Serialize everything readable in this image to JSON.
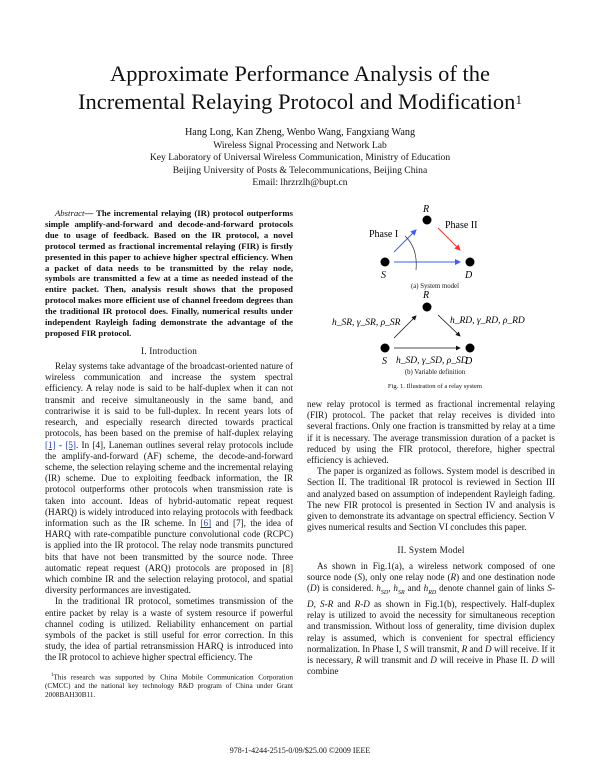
{
  "title": {
    "line1": "Approximate Performance Analysis of the",
    "line2": "Incremental Relaying Protocol and Modification",
    "footnote_mark": "1"
  },
  "authors": {
    "names": "Hang Long, Kan Zheng, Wenbo Wang, Fangxiang Wang",
    "lab": "Wireless Signal Processing and Network Lab",
    "key_lab": "Key Laboratory of Universal Wireless Communication, Ministry of Education",
    "university": "Beijing University of Posts & Telecommunications, Beijing China",
    "email": "Email: lhrzrzlh@bupt.cn"
  },
  "abstract": {
    "label": "Abstract",
    "text": "— The incremental relaying (IR) protocol outperforms simple amplify-and-forward and decode-and-forward protocols due to usage of feedback. Based on the IR protocol, a novel protocol termed as fractional incremental relaying (FIR) is firstly presented in this paper to achieve higher spectral efficiency. When a packet of data needs to be transmitted by the relay node, symbols are transmitted a few at a time as needed instead of the entire packet. Then, analysis result shows that the proposed protocol makes more efficient use of channel freedom degrees than the traditional IR protocol does. Finally, numerical results under independent Rayleigh fading demonstrate the advantage of the proposed FIR protocol."
  },
  "intro": {
    "num": "I.",
    "heading": "Introduction",
    "p1a": "Relay systems take advantage of the broadcast-oriented nature of wireless communication and increase the system spectral efficiency. A relay node is said to be half-duplex when it can not transmit and receive simultaneously in the same band, and contrariwise it is said to be full-duplex. In recent years lots of research, and especially research directed towards practical protocols, has been based on the premise of half-duplex relaying ",
    "ref1": "[1]",
    "dash": " - ",
    "ref5": "[5]",
    "p1b": ". In [4], Laneman outlines several relay protocols include the amplify-and-forward (AF) scheme, the decode-and-forward scheme, the selection relaying scheme and the incremental relaying (IR) scheme. Due to exploiting feedback information, the IR protocol outperforms other protocols when transmission rate is taken into account. Ideas of hybrid-automatic repeat request (HARQ) is widely introduced into relaying protocols with feedback information such as the IR scheme. In ",
    "ref6": "[6]",
    "p1c": " and [7], the idea of HARQ with rate-compatible puncture convolutional code (RCPC) is applied into the IR protocol. The relay node transmits punctured bits that have not been transmitted by the source node. Three automatic repeat request (ARQ) protocols are proposed in [8] which combine IR and the selection relaying protocol, and spatial diversity performances are investigated.",
    "p2": "In the traditional IR protocol, sometimes transmission of the entire packet by relay is a waste of system resource if powerful channel coding is utilized. Reliability enhancement on partial symbols of the packet is still useful for error correction. In this study, the idea of partial retransmission HARQ is introduced into the IR protocol to achieve higher spectral efficiency. The"
  },
  "footnote": {
    "mark": "1",
    "text": "This research was supported by China Mobile Communication Corporation (CMCC) and the national key technology R&D program of China under Grant 2008BAH30B11."
  },
  "figure": {
    "a": {
      "R": "R",
      "S": "S",
      "D": "D",
      "phase1": "Phase I",
      "phase2": "Phase II",
      "caption": "(a) System model"
    },
    "b": {
      "R": "R",
      "S": "S",
      "D": "D",
      "sr": "h_SR, γ_SR, ρ_SR",
      "rd": "h_RD, γ_RD, ρ_RD",
      "sd": "h_SD, γ_SD, ρ_SD",
      "caption": "(b) Variable definition"
    },
    "caption": "Fig. 1.   Illustration of a relay system",
    "colors": {
      "phase1": "#3b5bff",
      "phase2": "#ff3030"
    }
  },
  "right": {
    "p0": "new relay protocol is termed as fractional incremental relaying (FIR) protocol. The packet that relay receives is divided into several fractions. Only one fraction is transmitted by relay at a time if it is necessary. The average transmission duration of a packet is reduced by using the FIR protocol, therefore, higher spectral efficiency is achieved.",
    "p1": "The paper is organized as follows. System model is described in Section II. The traditional IR protocol is reviewed in Section III and analyzed based on assumption of independent Rayleigh fading. The new FIR protocol is presented in Section IV and analysis is given to demonstrate its advantage on spectral efficiency. Section V gives numerical results and Section VI concludes this paper.",
    "sec2_num": "II.",
    "sec2_heading": "System Model",
    "s1": "As shown in Fig.1(a), a wireless network composed of one source node (",
    "S": "S",
    "s2": "), only one relay node (",
    "R": "R",
    "s3": ") and one destination node (",
    "D": "D",
    "s4": ") is considered. ",
    "hsd": "h",
    "hsd_sub": "SD",
    "comma": ", ",
    "hsr": "h",
    "hsr_sub": "SR",
    "and": " and ",
    "hrd": "h",
    "hrd_sub": "RD",
    "s5": " denote channel gain of links ",
    "lsd": "S-D",
    "lsr": "S-R",
    "lrd": "R-D",
    "s6": " as shown in Fig.1(b), respectively. Half-duplex relay is utilized to avoid the necessity for simultaneous reception and transmission. Without loss of generality, time division duplex relay is assumed, which is convenient for spectral efficiency normalization. In Phase I, ",
    "s7": " will transmit, ",
    "s8": " will receive. If it is necessary, ",
    "s9": " will transmit and ",
    "s10": " will receive in Phase II. ",
    "s11": " will combine"
  },
  "footer": "978-1-4244-2515-0/09/$25.00 ©2009 IEEE"
}
